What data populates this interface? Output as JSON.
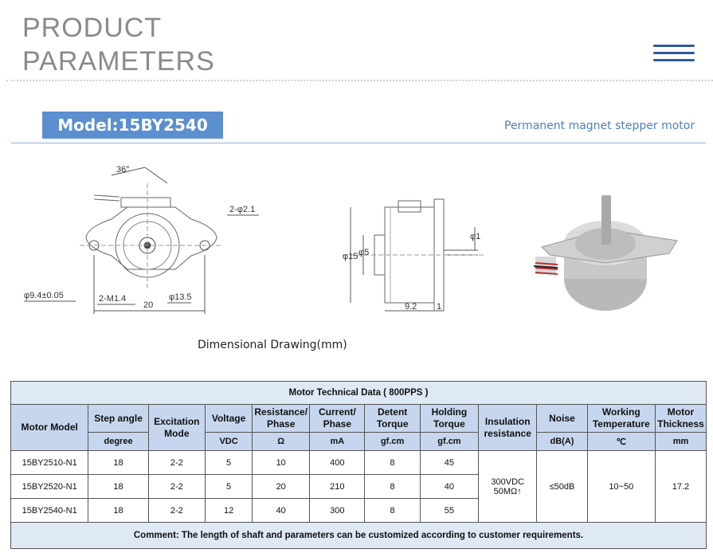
{
  "header": {
    "title_line1": "PRODUCT",
    "title_line2": "PARAMETERS"
  },
  "model": {
    "label": "Model:15BY2540",
    "subtitle": "Permanent magnet stepper motor"
  },
  "drawing": {
    "caption": "Dimensional Drawing(mm)",
    "front": {
      "angle": "36°",
      "holes": "2-φ2.1",
      "mount": "φ9.4±0.05",
      "screws": "2-M1.4",
      "pcd": "φ13.5",
      "width": "20"
    },
    "side": {
      "body": "φ15",
      "boss": "φ5",
      "shaft": "φ1",
      "length": "9.2",
      "step": "1"
    }
  },
  "table": {
    "banner": "Motor Technical Data ( 800PPS )",
    "headers": {
      "motor_model": "Motor Model",
      "step_angle": "Step angle",
      "excitation": "Excitation Mode",
      "voltage": "Voltage",
      "resistance": "Resistance/ Phase",
      "current": "Current/ Phase",
      "detent": "Detent Torque",
      "holding": "Holding Torque",
      "insulation": "Insulation resistance",
      "noise": "Noise",
      "working_temp": "Working Temperature",
      "thickness": "Motor Thickness"
    },
    "units": {
      "step_angle": "degree",
      "voltage": "VDC",
      "resistance": "Ω",
      "current": "mA",
      "detent": "gf.cm",
      "holding": "gf.cm",
      "noise": "dB(A)",
      "working_temp": "℃",
      "thickness": "mm"
    },
    "rows": [
      {
        "model": "15BY2510-N1",
        "step": "18",
        "excitation": "2-2",
        "voltage": "5",
        "resistance": "10",
        "current": "400",
        "detent": "8",
        "holding": "45"
      },
      {
        "model": "15BY2520-N1",
        "step": "18",
        "excitation": "2-2",
        "voltage": "5",
        "resistance": "20",
        "current": "210",
        "detent": "8",
        "holding": "40"
      },
      {
        "model": "15BY2540-N1",
        "step": "18",
        "excitation": "2-2",
        "voltage": "12",
        "resistance": "40",
        "current": "300",
        "detent": "8",
        "holding": "55"
      }
    ],
    "shared": {
      "insulation_1": "300VDC",
      "insulation_2": "50MΩ↑",
      "noise": "≤50dB",
      "working_temp": "10~50",
      "thickness": "17.2"
    },
    "comment": "Comment: The length of shaft and parameters can be customized according to customer requirements."
  }
}
